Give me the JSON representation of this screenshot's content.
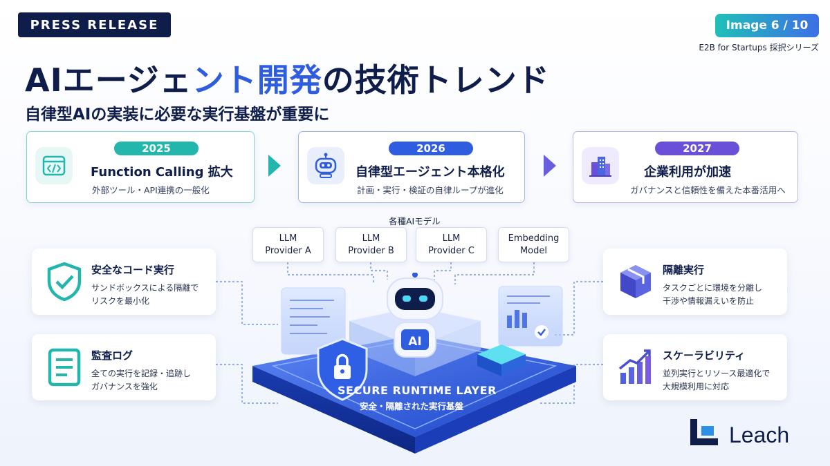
{
  "header": {
    "press_badge": "PRESS RELEASE",
    "image_badge": "Image 6 / 10",
    "series": "E2B for Startups 採択シリーズ"
  },
  "title": {
    "part1": "AIエージェ",
    "part2": "ント開発",
    "part3": "の技術トレンド"
  },
  "subtitle": "自律型AIの実装に必要な実行基盤が重要に",
  "timeline": [
    {
      "year": "2025",
      "heading": "Function Calling 拡大",
      "desc": "外部ツール・API連携の一般化",
      "icon": "code-window-icon",
      "color": "#23b6ad"
    },
    {
      "year": "2026",
      "heading": "自律型エージェント本格化",
      "desc": "計画・実行・検証の自律ループが進化",
      "icon": "robot-icon",
      "color": "#2e5de0"
    },
    {
      "year": "2027",
      "heading": "企業利用が加速",
      "desc": "ガバナンスと信頼性を備えた本番活用へ",
      "icon": "buildings-icon",
      "color": "#6a4fd8"
    }
  ],
  "features_left": [
    {
      "heading": "安全なコード実行",
      "desc": [
        "サンドボックスによる隔離で",
        "リスクを最小化"
      ],
      "icon": "shield-check-icon"
    },
    {
      "heading": "監査ログ",
      "desc": [
        "全ての実行を記録・追跡し",
        "ガバナンスを強化"
      ],
      "icon": "document-log-icon"
    }
  ],
  "features_right": [
    {
      "heading": "隔離実行",
      "desc": [
        "タスクごとに環境を分離し",
        "干渉や情報漏えいを防止"
      ],
      "icon": "isolated-box-icon"
    },
    {
      "heading": "スケーラビリティ",
      "desc": [
        "並列実行とリソース最適化で",
        "大規模利用に対応"
      ],
      "icon": "growth-chart-icon"
    }
  ],
  "models": {
    "label": "各種AIモデル",
    "items": [
      {
        "line1": "LLM",
        "line2": "Provider A"
      },
      {
        "line1": "LLM",
        "line2": "Provider B"
      },
      {
        "line1": "LLM",
        "line2": "Provider C"
      },
      {
        "line1": "Embedding",
        "line2": "Model"
      }
    ]
  },
  "platform": {
    "robot_label": "AI",
    "title": "SECURE RUNTIME LAYER",
    "subtitle": "安全・隔離された実行基盤"
  },
  "logo": {
    "text": "Leach"
  },
  "colors": {
    "navy": "#0f1d4a",
    "blue": "#2e5de0",
    "teal": "#23b6ad",
    "purple": "#6a4fd8"
  }
}
